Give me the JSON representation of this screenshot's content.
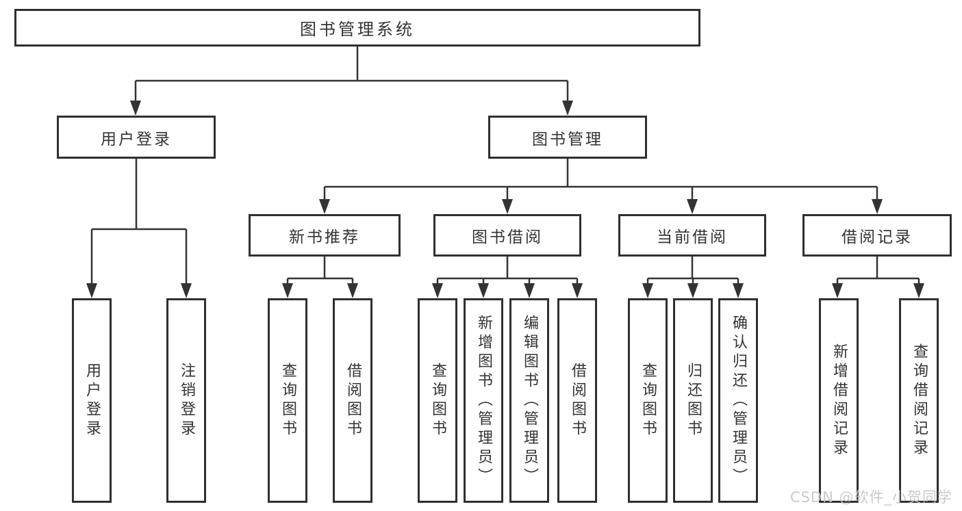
{
  "diagram_title": "图书管理系统",
  "tree": {
    "label": "图书管理系统",
    "children": [
      {
        "label": "用户登录",
        "children": [
          {
            "label": "用户登录"
          },
          {
            "label": "注销登录"
          }
        ]
      },
      {
        "label": "图书管理",
        "children": [
          {
            "label": "新书推荐",
            "children": [
              {
                "label": "查询图书"
              },
              {
                "label": "借阅图书"
              }
            ]
          },
          {
            "label": "图书借阅",
            "children": [
              {
                "label": "查询图书"
              },
              {
                "label": "新增图书（管理员）"
              },
              {
                "label": "编辑图书（管理员）"
              },
              {
                "label": "借阅图书"
              }
            ]
          },
          {
            "label": "当前借阅",
            "children": [
              {
                "label": "查询图书"
              },
              {
                "label": "归还图书"
              },
              {
                "label": "确认归还（管理员）"
              }
            ]
          },
          {
            "label": "借阅记录",
            "children": [
              {
                "label": "新增借阅记录"
              },
              {
                "label": "查询借阅记录"
              }
            ]
          }
        ]
      }
    ]
  },
  "watermark": {
    "text": "CSDN @软件_小贺同学"
  },
  "colors": {
    "background": "#ffffff",
    "box_border": "#2f2f2f",
    "connector_line": "#333333",
    "text": "#333333",
    "watermark_text": "#c6c6c6"
  }
}
